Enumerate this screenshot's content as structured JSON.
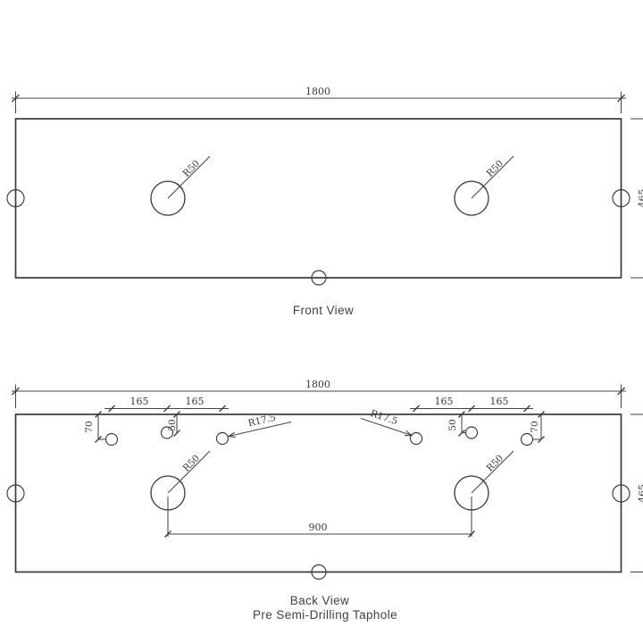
{
  "front_view": {
    "title": "Front View",
    "width_dim": "1800",
    "depth_dim": "465",
    "basin_left_radius": "R50",
    "basin_right_radius": "R50"
  },
  "back_view": {
    "title": "Back View",
    "subtitle": "Pre Semi-Drilling Taphole",
    "width_dim": "1800",
    "depth_dim": "465",
    "basin_left_radius": "R50",
    "basin_right_radius": "R50",
    "basin_spacing": "900",
    "taphole_radius_left": "R17.5",
    "taphole_radius_right": "R17.5",
    "taphole_span_left_1": "165",
    "taphole_span_left_2": "165",
    "taphole_span_right_1": "165",
    "taphole_span_right_2": "165",
    "taphole_depth_left_outer": "70",
    "taphole_depth_left_mid": "50",
    "taphole_depth_right_mid": "50",
    "taphole_depth_right_outer": "70"
  },
  "colors": {
    "background": "#ffffff",
    "line": "#3a3a3a",
    "text": "#3a3a3a"
  }
}
